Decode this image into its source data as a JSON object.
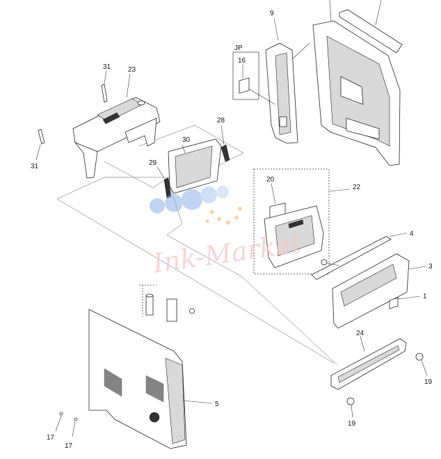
{
  "callouts": {
    "c1": "1",
    "c3": "3",
    "c4": "4",
    "c5": "5",
    "c9": "9",
    "c16": "16",
    "c17a": "17",
    "c17b": "17",
    "c19a": "19",
    "c19b": "19",
    "c20": "20",
    "c22": "22",
    "c23": "23",
    "c24": "24",
    "c28": "28",
    "c29": "29",
    "c30": "30",
    "c31a": "31",
    "c31b": "31",
    "jp": "JP"
  },
  "watermark": "Ink-Market",
  "colors": {
    "line": "#222222",
    "watermark_text": "#f4c9c9",
    "watermark_blue": "#8fb4e8",
    "watermark_orange": "#f3b36b"
  }
}
